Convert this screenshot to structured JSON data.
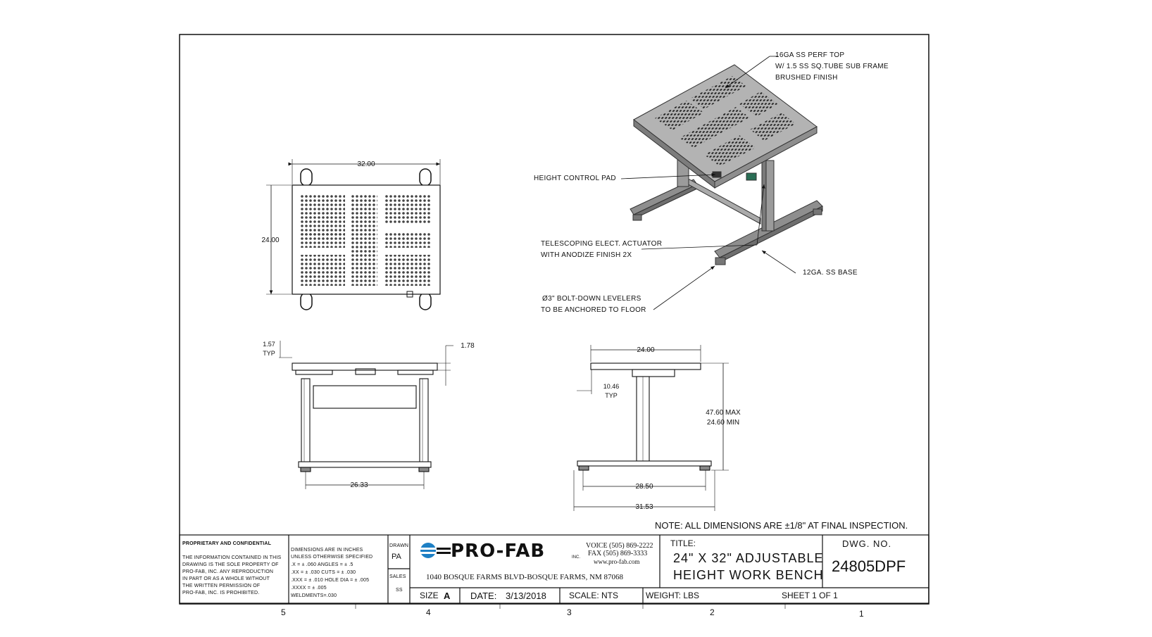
{
  "callouts": {
    "perf_top": [
      "16GA SS PERF TOP",
      "W/ 1.5 SS SQ.TUBE SUB FRAME",
      "BRUSHED FINISH"
    ],
    "height_control_pad": "HEIGHT CONTROL PAD",
    "actuator": [
      "TELESCOPING ELECT. ACTUATOR",
      "WITH ANODIZE FINISH 2X"
    ],
    "base": "12GA. SS BASE",
    "levelers": [
      "Ø3\" BOLT-DOWN LEVELERS",
      "TO BE ANCHORED TO FLOOR"
    ]
  },
  "dimensions": {
    "top_width": "32.00",
    "top_depth": "24.00",
    "front_edge": "1.57",
    "front_edge_typ": "TYP",
    "front_top": "1.78",
    "leg_span_front": "26.33",
    "side_depth": "24.00",
    "side_offset": "10.46",
    "side_offset_typ": "TYP",
    "height_max": "47.60 MAX",
    "height_min": "24.60 MIN",
    "base_inner": "28.50",
    "base_outer": "31.53"
  },
  "note": "NOTE: ALL DIMENSIONS ARE ±1/8\" AT FINAL INSPECTION.",
  "title_block": {
    "proprietary_title": "PROPRIETARY AND CONFIDENTIAL",
    "proprietary_body": [
      "THE INFORMATION CONTAINED IN THIS",
      "DRAWING IS THE SOLE PROPERTY OF",
      "PRO-FAB, INC. ANY REPRODUCTION",
      "IN PART OR AS A WHOLE WITHOUT",
      "THE WRITTEN PERMISSION OF",
      "PRO-FAB, INC. IS PROHIBITED."
    ],
    "tolerances": [
      "DIMENSIONS ARE IN INCHES",
      "UNLESS OTHERWISE SPECIFIED",
      ".X = ± .060      ANGLES = ± .5",
      ".XX = ± .030      CUTS = ± .030",
      ".XXX = ± .010   HOLE DIA = ± .005",
      ".XXXX = ± .005",
      "WELDMENTS=.030"
    ],
    "drawn_label": "DRAWN",
    "drawn_value": "PA",
    "sales_label": "SALES",
    "sales_value": "SS",
    "logo_text": "PRO-FAB",
    "logo_inc": "INC.",
    "voice": "VOICE (505) 869-2222",
    "fax": "FAX (505) 869-3333",
    "website": "www.pro-fab.com",
    "address": "1040 BOSQUE FARMS BLVD-BOSQUE FARMS, NM 87068",
    "title_label": "TITLE:",
    "title_line1": "24\" X 32\" ADJUSTABLE",
    "title_line2": "HEIGHT WORK BENCH",
    "dwg_label": "DWG.  NO.",
    "dwg_no": "24805DPF",
    "size_label": "SIZE",
    "size_value": "A",
    "date_label": "DATE:",
    "date_value": "3/13/2018",
    "scale": "SCALE: NTS",
    "weight": "WEIGHT:  LBS",
    "sheet": "SHEET 1 OF 1"
  },
  "zones": [
    "5",
    "4",
    "3",
    "2",
    "1"
  ],
  "colors": {
    "line": "#111111",
    "metal": "#9a9a9a",
    "metal_dark": "#6b6b6b",
    "logo_blue": "#1d7fc4"
  }
}
